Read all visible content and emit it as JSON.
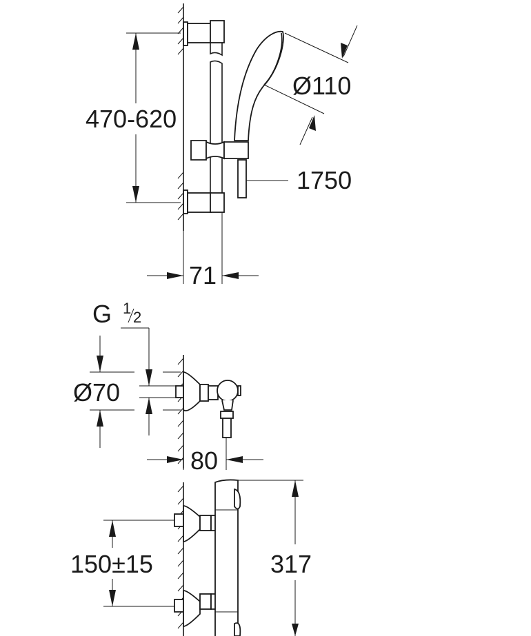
{
  "dimensions": {
    "rail_spacing": "470-620",
    "head_diameter": "Ø110",
    "hose_length": "1750",
    "rail_depth": "71",
    "thread_main": "G",
    "thread_num": "1",
    "thread_den": "2",
    "flange_diameter": "Ø70",
    "valve_depth": "80",
    "inlet_spacing": "150±15",
    "body_height": "317"
  },
  "colors": {
    "line": "#1a1a1a",
    "background": "#ffffff"
  }
}
